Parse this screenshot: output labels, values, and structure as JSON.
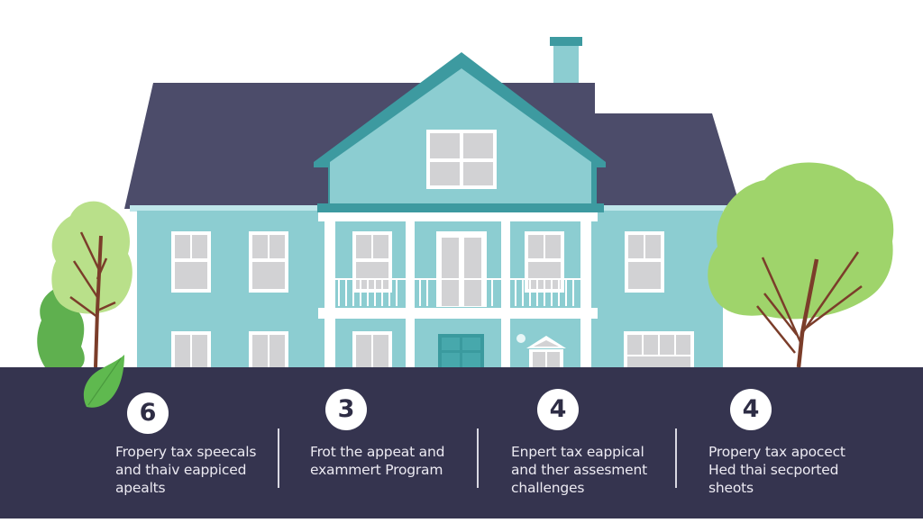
{
  "illustration": {
    "subject": "house-with-trees",
    "colors": {
      "roof": "#4c4c6a",
      "wall": "#8ccdd1",
      "trim": "#3d9aa0",
      "window": "#d2d2d4",
      "door": "#3a9a9e",
      "tree_light": "#9fd46b",
      "tree_pale": "#b9e08a",
      "bush": "#5fb04f",
      "trunk": "#7b3d2a",
      "band": "#35344f"
    }
  },
  "stats": [
    {
      "number": "6",
      "text": "Fropery tax speecals\nand thaiv eappiced\napealts"
    },
    {
      "number": "3",
      "text": "Frot the appeat and\nexammert Program"
    },
    {
      "number": "4",
      "text": "Enpert tax eappical\nand ther assesment\nchallenges"
    },
    {
      "number": "4",
      "text": "Propery tax apocect\nHed thai secported\nsheots"
    }
  ]
}
